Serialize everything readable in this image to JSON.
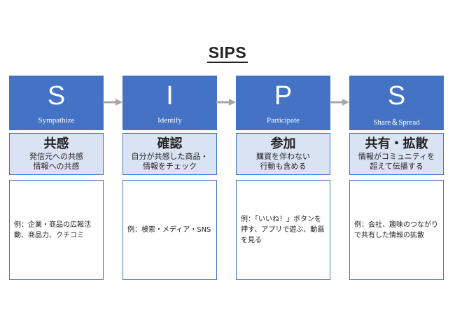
{
  "title": "SIPS",
  "columns": [
    {
      "letter": "S",
      "english": "Sympathize",
      "japanese": "共感",
      "desc1": "発信元への共感",
      "desc2": "情報への共感",
      "example": "例：企業・商品の広報活動、商品力、クチコミ"
    },
    {
      "letter": "I",
      "english": "Identify",
      "japanese": "確認",
      "desc1": "自分が共感した商品・",
      "desc2": "情報をチェック",
      "example": "例：検索・メディア・SNS"
    },
    {
      "letter": "P",
      "english": "Participate",
      "japanese": "参加",
      "desc1": "購買を伴わない",
      "desc2": "行動も含める",
      "example": "例：「いいね！」ボタンを押す、アプリで遊ぶ、動画を見る"
    },
    {
      "letter": "S",
      "english": "Share＆Spread",
      "japanese": "共有・拡散",
      "desc1": "情報がコミュニティを",
      "desc2": "超えて伝播する",
      "example": "例：会社、趣味のつながりで共有した情報の拡散"
    }
  ],
  "colors": {
    "header": "#4472c4",
    "subheader": "#dae3f3",
    "arrow": "#a6a6a6"
  }
}
